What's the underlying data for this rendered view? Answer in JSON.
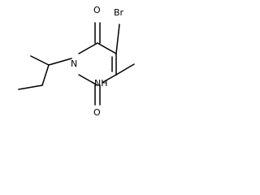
{
  "molecule": {
    "atoms": {
      "bromine": "Br",
      "oxygen_top": "O",
      "oxygen_bottom": "O",
      "nitrogen_ring": "N",
      "nitrogen_h": "NH"
    }
  },
  "colors": {
    "bond": "#000000",
    "text": "#000000",
    "background": "#ffffff"
  }
}
